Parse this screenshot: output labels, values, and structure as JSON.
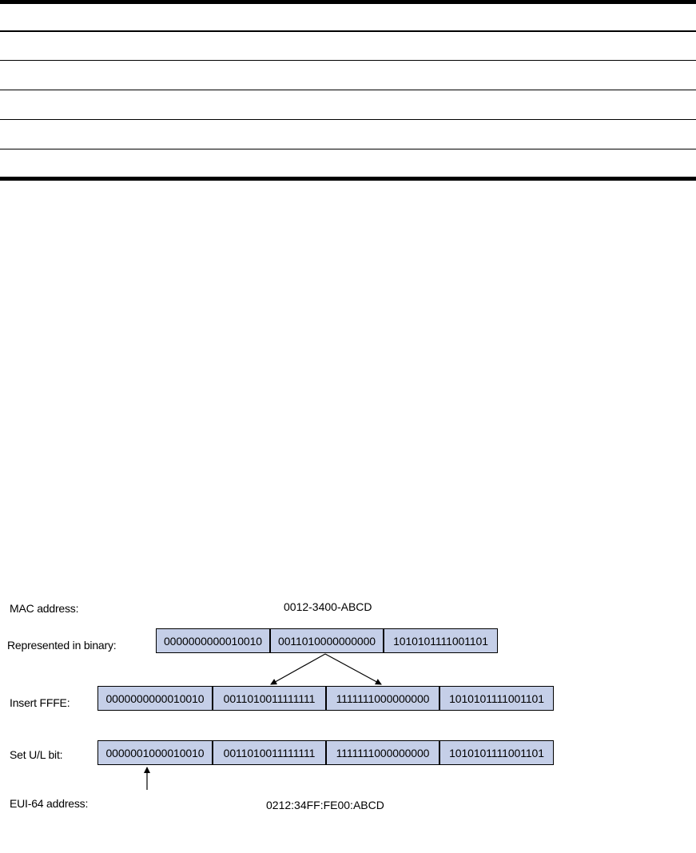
{
  "diagram": {
    "mac_label": "MAC address:",
    "mac_value": "0012-3400-ABCD",
    "binary_label": "Represented in binary:",
    "binary_cells": [
      "0000000000010010",
      "0011010000000000",
      "1010101111001101"
    ],
    "insert_label": "Insert FFFE:",
    "insert_cells": [
      "0000000000010010",
      "0011010011111111",
      "1111111000000000",
      "1010101111001101"
    ],
    "ul_label": "Set U/L bit:",
    "ul_cells": [
      "0000001000010010",
      "0011010011111111",
      "1111111000000000",
      "1010101111001101"
    ],
    "eui_label": "EUI-64 address:",
    "eui_value": "0212:34FF:FE00:ABCD"
  },
  "colors": {
    "cell_fill": "#c5cfe8",
    "border": "#000000"
  }
}
